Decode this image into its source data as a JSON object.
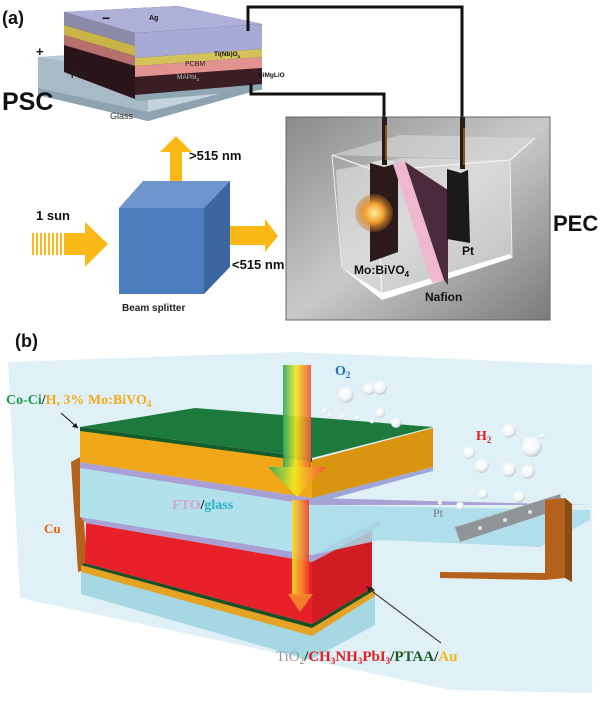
{
  "panel_a": {
    "label": "(a)",
    "psc": {
      "title": "PSC",
      "layers": {
        "ag": "Ag",
        "tinbo": "Ti(Nb)O",
        "tinbo_sub": "x",
        "pcbm": "PCBM",
        "mapbi": "MAPbI",
        "mapbi_sub": "3",
        "nimglio": "NiMgLiO",
        "fto": "FTO",
        "glass": "Glass"
      },
      "minus": "−",
      "plus": "+"
    },
    "light": {
      "sun": "1 sun",
      "long": ">515 nm",
      "short": "<515 nm",
      "splitter": "Beam splitter"
    },
    "pec": {
      "title": "PEC",
      "anode": "Mo:BiVO",
      "anode_sub": "4",
      "cathode": "Pt",
      "membrane": "Nafion"
    },
    "colors": {
      "arrow": "#fbb917",
      "cube_front": "#4d7dbe",
      "cube_top": "#6e96cc",
      "cube_side": "#3c66a0",
      "ag": "#aeb0da",
      "tinbo": "#d4c25a",
      "pcbm": "#e2938f",
      "mapbi": "#3c1f25"
    }
  },
  "panel_b": {
    "label": "(b)",
    "top_label": {
      "coci": "Co-Ci",
      "slash": "/",
      "rest": "H, 3% Mo:BiVO",
      "sub": "4"
    },
    "o2": "O",
    "o2_sub": "2",
    "h2": "H",
    "h2_sub": "2",
    "pt": "Pt",
    "cu": "Cu",
    "fto": "FTO",
    "slash": "/",
    "glass": "glass",
    "bottom_label": {
      "tio2": "TiO",
      "tio2_sub": "2",
      "s1": "/",
      "ch3": "CH",
      "ch3_sub": "3",
      "nh3": "NH",
      "nh3_sub": "3",
      "pbi": "PbI",
      "pbi_sub": "3",
      "s2": "/",
      "ptaa": "PTAA",
      "s3": "/",
      "au": "Au"
    },
    "colors": {
      "green": "#1e7a3c",
      "gold": "#f0a818",
      "red": "#e61e25",
      "water": "#cde9f1",
      "glass": "#9fd6e6",
      "o2": "#1f6fc0",
      "h2": "#e31e24",
      "cu": "#e6620a"
    }
  }
}
